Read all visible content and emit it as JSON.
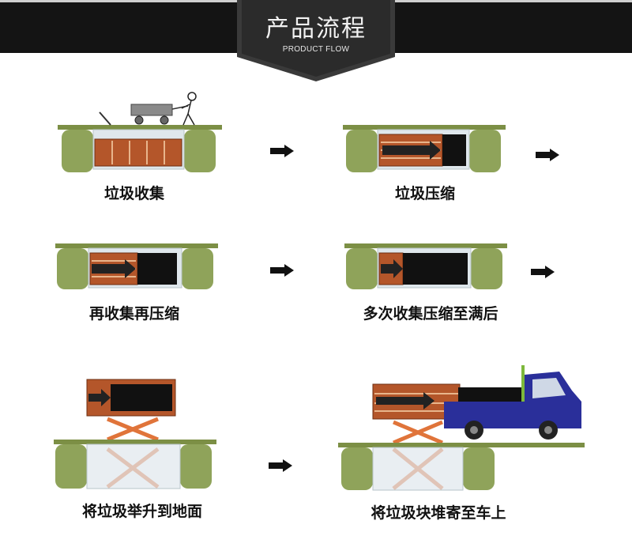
{
  "header": {
    "title": "产品流程",
    "subtitle": "PRODUCT FLOW"
  },
  "steps": [
    {
      "label": "垃圾收集"
    },
    {
      "label": "垃圾压缩"
    },
    {
      "label": "再收集再压缩"
    },
    {
      "label": "多次收集压缩至满后"
    },
    {
      "label": "将垃圾举升到地面"
    },
    {
      "label": "将垃圾块堆寄至车上"
    }
  ],
  "colors": {
    "header_bg": "#141414",
    "pillar_green": "#8fa35a",
    "bin_brown": "#b4562a",
    "scissor_orange": "#e0743a",
    "truck_blue": "#2a2f9a",
    "arrow_black": "#111111"
  }
}
